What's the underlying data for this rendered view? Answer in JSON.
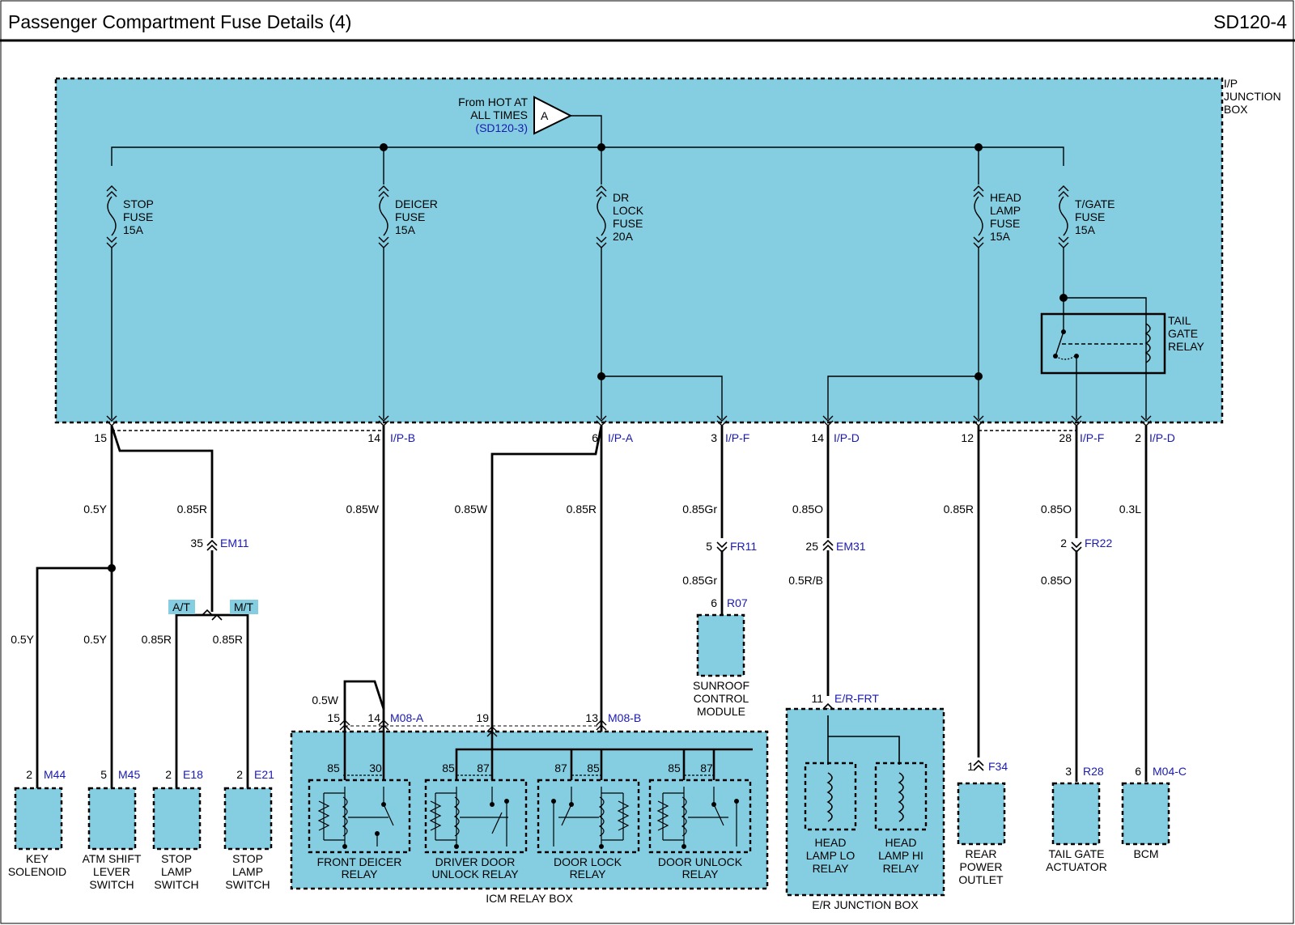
{
  "header": {
    "title": "Passenger Compartment Fuse Details (4)",
    "code": "SD120-4"
  },
  "colors": {
    "box_fill": "#85CEE2",
    "wire": "#000000",
    "ref_text": "#1A1AB0"
  },
  "junction_box": {
    "label": [
      "I/P",
      "JUNCTION",
      "BOX"
    ]
  },
  "source": {
    "from": [
      "From HOT AT",
      "ALL TIMES"
    ],
    "ref": "(SD120-3)",
    "marker": "A"
  },
  "fuses": {
    "stop": [
      "STOP",
      "FUSE",
      "15A"
    ],
    "deicer": [
      "DEICER",
      "FUSE",
      "15A"
    ],
    "drlock": [
      "DR",
      "LOCK",
      "FUSE",
      "20A"
    ],
    "headlamp": [
      "HEAD",
      "LAMP",
      "FUSE",
      "15A"
    ],
    "tgate": [
      "T/GATE",
      "FUSE",
      "15A"
    ]
  },
  "tailgate_relay": [
    "TAIL",
    "GATE",
    "RELAY"
  ],
  "pins": {
    "p15": "15",
    "p14b": "14",
    "c_ipb": "I/P-B",
    "p6": "6",
    "c_ipa": "I/P-A",
    "p3": "3",
    "c_ipf1": "I/P-F",
    "p14d": "14",
    "c_ipd1": "I/P-D",
    "p12": "12",
    "p28": "28",
    "c_ipf2": "I/P-F",
    "p2": "2",
    "c_ipd2": "I/P-D",
    "p35": "35",
    "c_em11": "EM11",
    "p5": "5",
    "c_fr11": "FR11",
    "p6r": "6",
    "c_r07": "R07",
    "p25": "25",
    "c_em31": "EM31",
    "p2fr": "2",
    "c_fr22": "FR22",
    "p11": "11",
    "c_erfrt": "E/R-FRT",
    "m15": "15",
    "m14": "14",
    "c_m08a": "M08-A",
    "m19": "19",
    "m13": "13",
    "c_m08b": "M08-B",
    "k2": "2",
    "c_m44": "M44",
    "k5": "5",
    "c_m45": "M45",
    "s2a": "2",
    "c_e18": "E18",
    "s2b": "2",
    "c_e21": "E21",
    "f1": "1",
    "c_f34": "F34",
    "t3": "3",
    "c_r28": "R28",
    "b6": "6",
    "c_m04c": "M04-C"
  },
  "wires": {
    "w1": "0.5Y",
    "w2": "0.85R",
    "w3": "0.85W",
    "w4": "0.85W",
    "w5": "0.85R",
    "w6": "0.85Gr",
    "w7": "0.85Gr",
    "w8": "0.85O",
    "w9": "0.5R/B",
    "w10": "0.85R",
    "w11": "0.85O",
    "w12": "0.85O",
    "w13": "0.3L",
    "w14": "0.5Y",
    "w15": "0.5Y",
    "w16": "0.85R",
    "w17": "0.85R",
    "w18": "0.5W"
  },
  "tags": {
    "at": "A/T",
    "mt": "M/T"
  },
  "relay_pins": {
    "r85a": "85",
    "r30": "30",
    "r85b": "85",
    "r87b": "87",
    "r87c": "87",
    "r85c": "85",
    "r85d": "85",
    "r87d": "87"
  },
  "relays": {
    "front_deicer": [
      "FRONT DEICER",
      "RELAY"
    ],
    "driver_unlock": [
      "DRIVER DOOR",
      "UNLOCK RELAY"
    ],
    "door_lock": [
      "DOOR LOCK",
      "RELAY"
    ],
    "door_unlock": [
      "DOOR UNLOCK",
      "RELAY"
    ]
  },
  "icm_box": "ICM RELAY BOX",
  "er_box": "E/R JUNCTION BOX",
  "er_relays": {
    "lo": [
      "HEAD",
      "LAMP LO",
      "RELAY"
    ],
    "hi": [
      "HEAD",
      "LAMP HI",
      "RELAY"
    ]
  },
  "components": {
    "key": [
      "KEY",
      "SOLENOID"
    ],
    "atm": [
      "ATM SHIFT",
      "LEVER",
      "SWITCH"
    ],
    "stop1": [
      "STOP",
      "LAMP",
      "SWITCH"
    ],
    "stop2": [
      "STOP",
      "LAMP",
      "SWITCH"
    ],
    "sunroof": [
      "SUNROOF",
      "CONTROL",
      "MODULE"
    ],
    "rear": [
      "REAR",
      "POWER",
      "OUTLET"
    ],
    "tailgate": [
      "TAIL GATE",
      "ACTUATOR"
    ],
    "bcm": [
      "BCM"
    ]
  }
}
